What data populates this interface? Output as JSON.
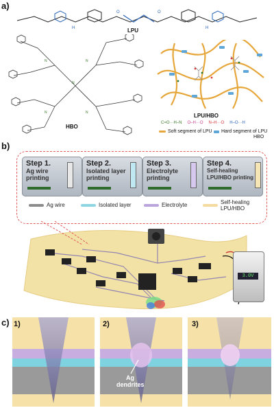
{
  "panel_a": {
    "label": "a)",
    "lpu_label": "LPU",
    "hbo_label": "HBO",
    "network_label": "LPU/HBO",
    "legend": {
      "soft": "Soft segment of LPU",
      "hard": "Hard segment of LPU",
      "hbo": "HBO"
    },
    "hbond_examples": [
      "C=O···H–N",
      "O–H···O",
      "N–H···O",
      "H–O···H"
    ]
  },
  "panel_b": {
    "label": "b)",
    "steps": [
      {
        "title": "Step 1.",
        "text": "Ag wire printing"
      },
      {
        "title": "Step 2.",
        "text": "Isolated layer printing"
      },
      {
        "title": "Step 3.",
        "text": "Electrolyte printing"
      },
      {
        "title": "Step 4.",
        "text": "Self-healing LPU/HBO printing"
      }
    ],
    "legend": [
      {
        "label": "Ag wire",
        "color": "#8c8c8c"
      },
      {
        "label": "Isolated layer",
        "color": "#8fd6e3"
      },
      {
        "label": "Electrolyte",
        "color": "#b9a4dc"
      },
      {
        "label": "Self-healing LPU/HBO",
        "color": "#f4dca0"
      }
    ],
    "supply_display": "3.0V"
  },
  "panel_c": {
    "label": "c)",
    "subpanels": [
      "1)",
      "2)",
      "3)"
    ],
    "annotation": "Ag dendrites"
  },
  "colors": {
    "soft_segment": "#e6a63a",
    "hard_segment": "#5fa6d8",
    "substrate": "#f3e2a6",
    "circuit": "#7b6fb4",
    "dashed_box": "#e05a5a"
  }
}
